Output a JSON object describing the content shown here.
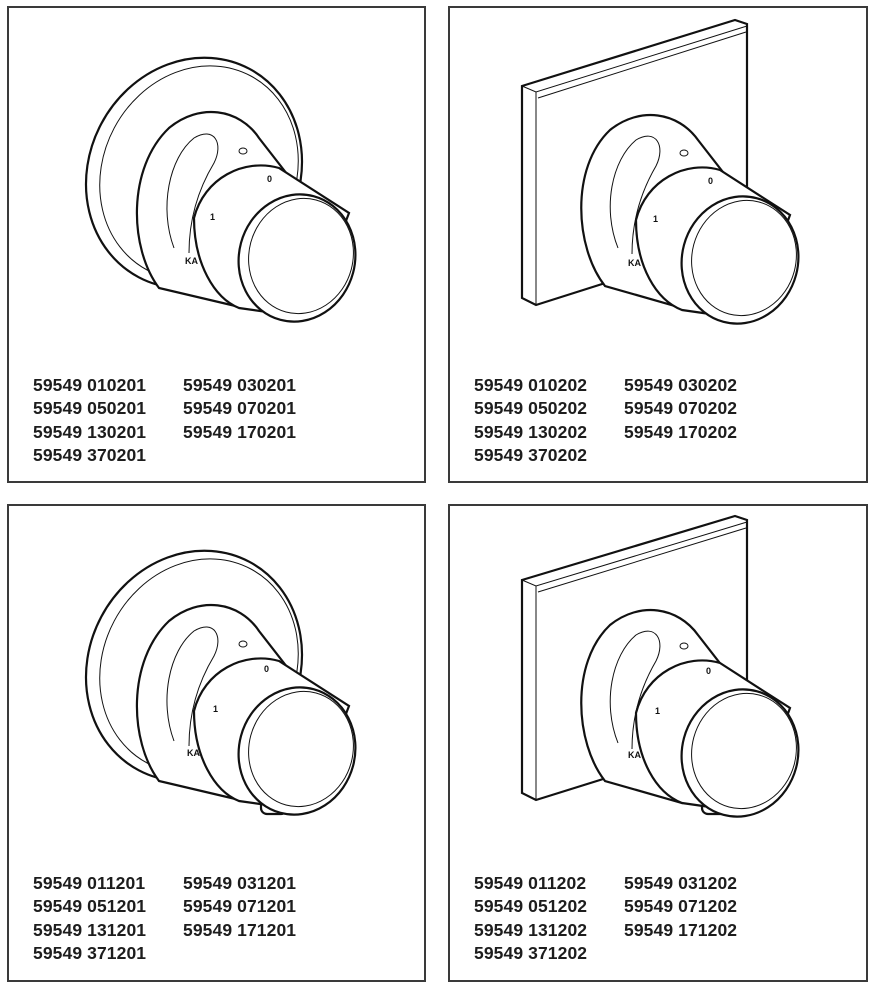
{
  "panels": [
    {
      "id": "round-rosette",
      "illustration": {
        "rosette_shape": "round",
        "outlet": false,
        "dial_marks": [
          "0",
          "1"
        ],
        "brand_mark": "KA"
      },
      "codes": [
        "59549 010201",
        "59549 030201",
        "59549 050201",
        "59549 070201",
        "59549 130201",
        "59549 170201",
        "59549 370201"
      ]
    },
    {
      "id": "square-rosette",
      "illustration": {
        "rosette_shape": "square",
        "outlet": false,
        "dial_marks": [
          "0",
          "1"
        ],
        "brand_mark": "KA"
      },
      "codes": [
        "59549 010202",
        "59549 030202",
        "59549 050202",
        "59549 070202",
        "59549 130202",
        "59549 170202",
        "59549 370202"
      ]
    },
    {
      "id": "round-rosette-outlet",
      "illustration": {
        "rosette_shape": "round",
        "outlet": true,
        "dial_marks": [
          "0",
          "1"
        ],
        "brand_mark": "KA"
      },
      "codes": [
        "59549 011201",
        "59549 031201",
        "59549 051201",
        "59549 071201",
        "59549 131201",
        "59549 171201",
        "59549 371201"
      ]
    },
    {
      "id": "square-rosette-outlet",
      "illustration": {
        "rosette_shape": "square",
        "outlet": true,
        "dial_marks": [
          "0",
          "1"
        ],
        "brand_mark": "KA"
      },
      "codes": [
        "59549 011202",
        "59549 031202",
        "59549 051202",
        "59549 071202",
        "59549 131202",
        "59549 171202",
        "59549 371202"
      ]
    }
  ]
}
